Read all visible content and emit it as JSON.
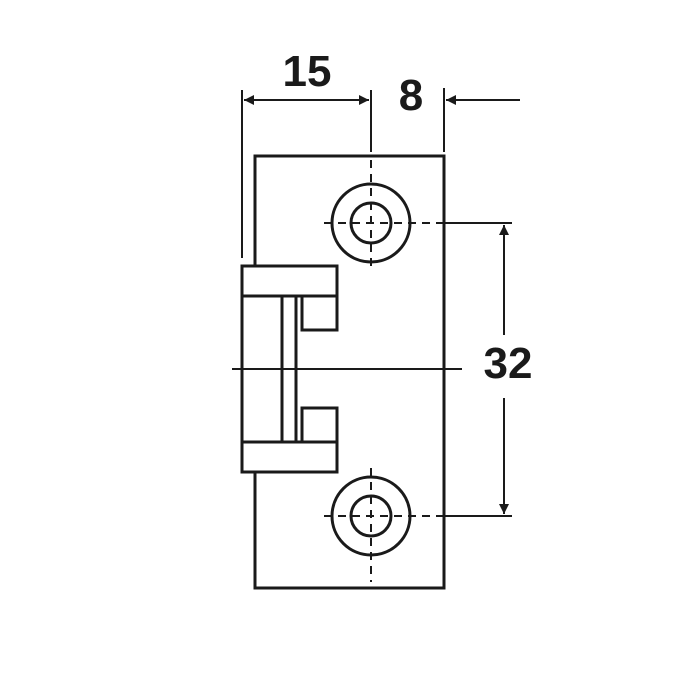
{
  "colors": {
    "line": "#1a1a1a",
    "background": "#ffffff"
  },
  "dimensions": {
    "width_label": "15",
    "offset_label": "8",
    "hole_spacing_label": "32"
  }
}
